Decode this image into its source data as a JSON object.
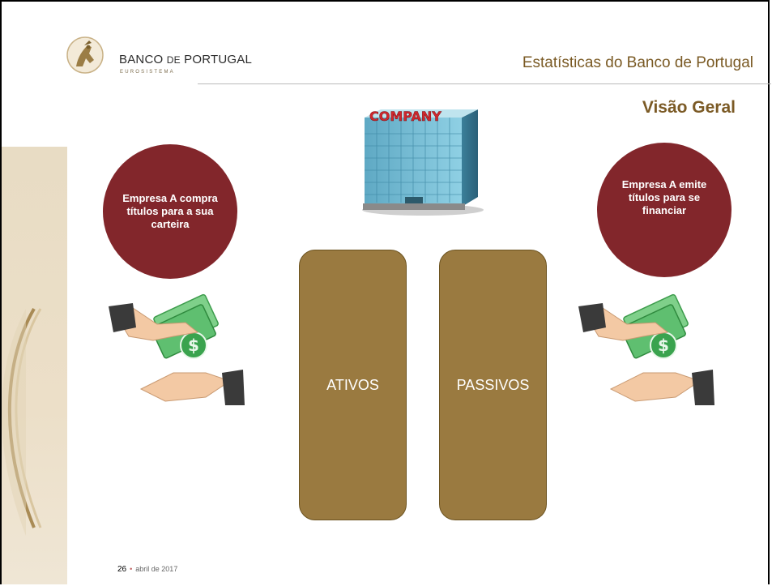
{
  "header": {
    "brand_name": "BANCO",
    "brand_de": "DE",
    "brand_country": "PORTUGAL",
    "brand_tag": "EUROSISTEMA",
    "title": "Estatísticas do Banco de Portugal"
  },
  "slide": {
    "subtitle": "Visão Geral",
    "company_sign": "COMPANY",
    "left_circle": "Empresa A compra títulos para a sua carteira",
    "right_circle": "Empresa A emite títulos para se financiar",
    "box_assets": "ATIVOS",
    "box_liabilities": "PASSIVOS"
  },
  "footer": {
    "page_number": "26",
    "date": "abril de 2017"
  },
  "colors": {
    "circle": "#82262b",
    "box": "#9a7a40",
    "accent_text": "#7b5a25",
    "company_sign": "#d0282e"
  },
  "icons": {
    "logo": "banco-de-portugal-logo",
    "building": "office-building-icon",
    "money_exchange": "hands-money-exchange-icon"
  }
}
